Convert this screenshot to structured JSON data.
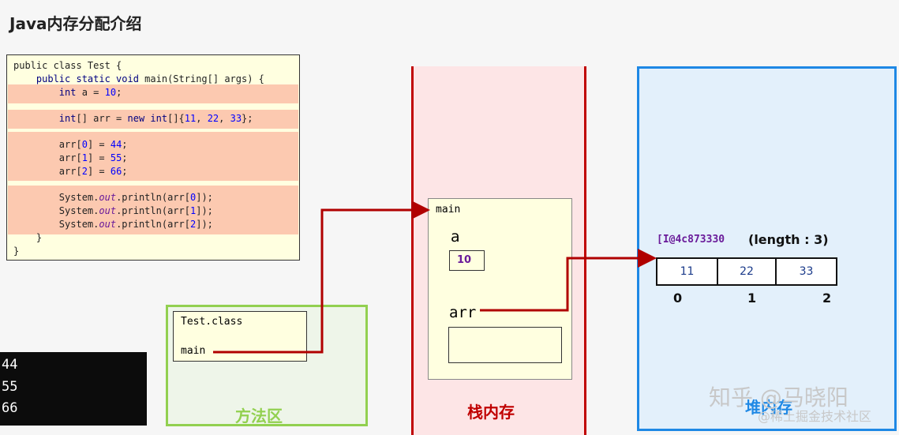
{
  "title": "Java内存分配介绍",
  "code": {
    "line1": "public class Test {",
    "line2_kw": "public static void",
    "line2_rest": " main(String[] args) {",
    "line3_kw": "int",
    "line3_mid": " a = ",
    "line3_num": "10",
    "line3_end": ";",
    "line4_a": "int",
    "line4_b": "[] arr = ",
    "line4_c": "new int",
    "line4_d": "[]{",
    "line4_n1": "11",
    "line4_n2": "22",
    "line4_n3": "33",
    "line4_end": "};",
    "line5_a": "arr[",
    "line5_i": "0",
    "line5_b": "] = ",
    "line5_v": "44",
    "line6_i": "1",
    "line6_v": "55",
    "line7_i": "2",
    "line7_v": "66",
    "print_a": "System.",
    "print_out": "out",
    "print_b": ".println(arr[",
    "print_c": "]);",
    "close_method": "}",
    "close_class": "}"
  },
  "console": [
    "44",
    "55",
    "66"
  ],
  "method_area": {
    "label": "方法区",
    "class_name": "Test.class",
    "method_name": "main"
  },
  "stack": {
    "label": "栈内存",
    "frame_name": "main",
    "var_a_name": "a",
    "var_a_value": "10",
    "var_arr_name": "arr"
  },
  "heap": {
    "label": "堆内存",
    "address": "[I@4c873330",
    "length_label": "(length : 3)",
    "values": [
      "11",
      "22",
      "33"
    ],
    "indices": [
      "0",
      "1",
      "2"
    ]
  },
  "watermark": {
    "line1": "知乎 @马晓阳",
    "line2": "@稀土掘金技术社区"
  },
  "colors": {
    "stack_border": "#c00000",
    "heap_border": "#1e88e5",
    "method_border": "#92d050",
    "arrow": "#b00000"
  }
}
